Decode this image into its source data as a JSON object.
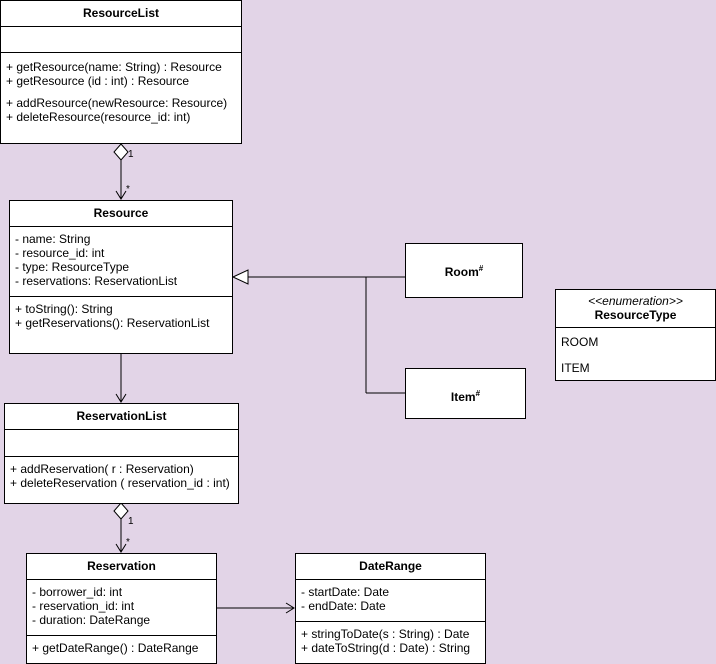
{
  "resource_list": {
    "name": "ResourceList",
    "methods": [
      "+ getResource(name: String) : Resource",
      "+ getResource (id : int) : Resource"
    ],
    "methods2": [
      "+ addResource(newResource: Resource)",
      "+ deleteResource(resource_id: int)"
    ]
  },
  "resource": {
    "name": "Resource",
    "attributes": [
      "- name: String",
      "- resource_id: int",
      "- type: ResourceType",
      "- reservations: ReservationList"
    ],
    "methods": [
      "+ toString(): String",
      "+ getReservations(): ReservationList"
    ]
  },
  "room": {
    "name": "Room",
    "sup": "#"
  },
  "item": {
    "name": "Item",
    "sup": "#"
  },
  "resource_type": {
    "stereotype": "<<enumeration>>",
    "name": "ResourceType",
    "values": [
      "ROOM",
      "ITEM"
    ]
  },
  "reservation_list": {
    "name": "ReservationList",
    "methods": [
      "+ addReservation( r : Reservation)",
      "+ deleteReservation ( reservation_id : int)"
    ]
  },
  "reservation": {
    "name": "Reservation",
    "attributes": [
      "- borrower_id: int",
      "- reservation_id: int",
      "- duration: DateRange"
    ],
    "methods": [
      "+ getDateRange() : DateRange"
    ]
  },
  "date_range": {
    "name": "DateRange",
    "attributes": [
      "- startDate: Date",
      "- endDate: Date"
    ],
    "methods": [
      "+ stringToDate(s : String) : Date",
      "+ dateToString(d : Date) : String"
    ]
  },
  "multiplicity": {
    "rl_one": "1",
    "rl_many": "*",
    "rsl_one": "1",
    "rsl_many": "*"
  }
}
